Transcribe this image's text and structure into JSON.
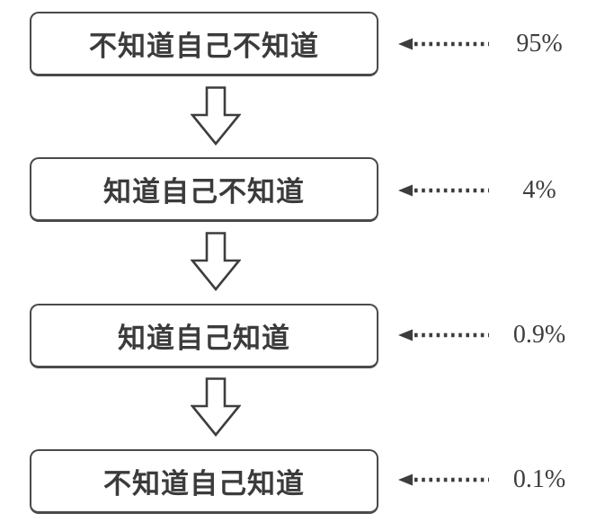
{
  "diagram": {
    "type": "vertical-flow",
    "levels": [
      {
        "label": "不知道自己不知道",
        "percent": "95%"
      },
      {
        "label": "知道自己不知道",
        "percent": "4%"
      },
      {
        "label": "知道自己知道",
        "percent": "0.9%"
      },
      {
        "label": "不知道自己知道",
        "percent": "0.1%"
      }
    ],
    "icons": {
      "down_arrow": "hollow block arrow pointing down (⇩ outline)",
      "dotted_arrow": "solid left arrowhead with square-dotted tail (◄┄┄┄)"
    },
    "colors": {
      "ink": "#3d3d3d",
      "box_border": "#4a4a4a",
      "background": "#ffffff"
    }
  }
}
